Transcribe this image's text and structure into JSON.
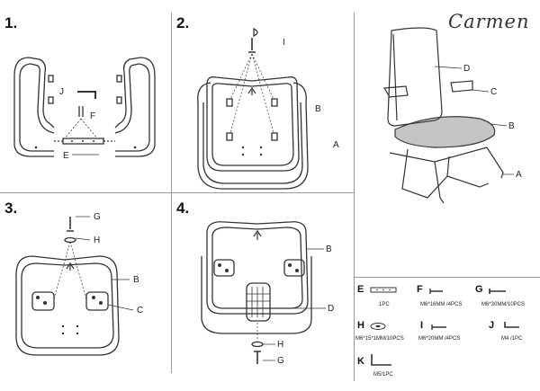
{
  "brand": "Carmen",
  "steps": [
    {
      "number": "1.",
      "labels": {
        "J": "J",
        "F": "F",
        "E": "E"
      }
    },
    {
      "number": "2.",
      "labels": {
        "I": "I",
        "B": "B",
        "A": "A"
      }
    },
    {
      "number": "3.",
      "labels": {
        "G": "G",
        "H": "H",
        "B": "B",
        "C": "C"
      }
    },
    {
      "number": "4.",
      "labels": {
        "B": "B",
        "D": "D",
        "H": "H",
        "G": "G"
      }
    }
  ],
  "chair_labels": {
    "D": "D",
    "C": "C",
    "B": "B",
    "A": "A"
  },
  "parts": [
    {
      "letter": "E",
      "desc": "1PC"
    },
    {
      "letter": "F",
      "desc": "M6*16MM /4PCS"
    },
    {
      "letter": "G",
      "desc": "M6*30MM/10PCS"
    },
    {
      "letter": "H",
      "desc": "M6*15*1MM/10PCS"
    },
    {
      "letter": "I",
      "desc": "M6*20MM /4PCS"
    },
    {
      "letter": "J",
      "desc": "M4 /1PC"
    },
    {
      "letter": "K",
      "desc": "M5/1PC"
    }
  ],
  "colors": {
    "line": "#333333",
    "grid": "#9a9a9a",
    "seat_fill": "#555555"
  }
}
